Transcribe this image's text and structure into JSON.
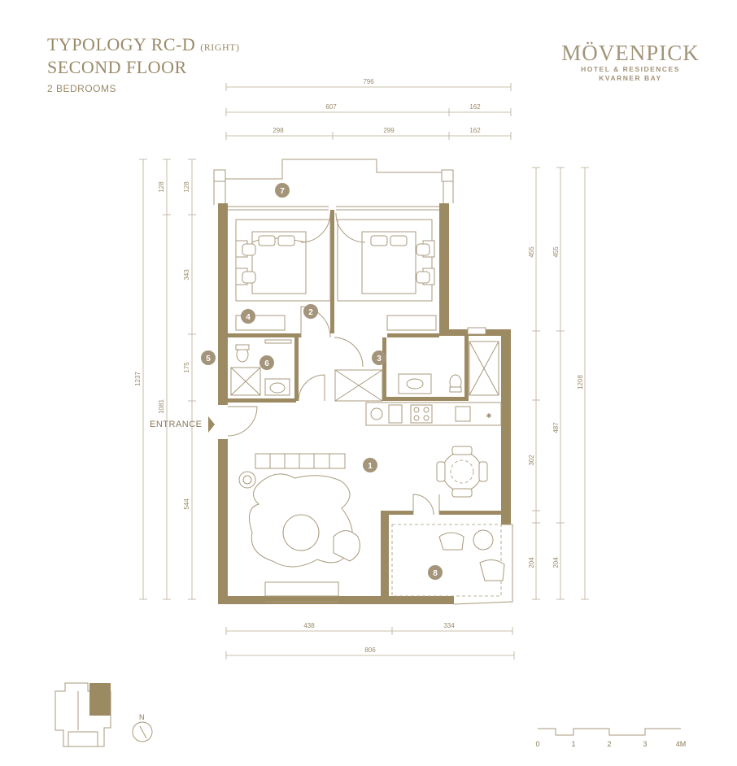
{
  "header": {
    "title_main": "TYPOLOGY RC-D",
    "title_sub": "(RIGHT)",
    "floor": "SECOND FLOOR",
    "bedrooms": "2 BEDROOMS"
  },
  "logo": {
    "brand": "MÖVENPICK",
    "line1": "HOTEL & RESIDENCES",
    "line2": "KVARNER BAY"
  },
  "entrance_label": "ENTRANCE",
  "dimensions": {
    "top_total": "796",
    "top_left": "607",
    "top_right": "162",
    "top_a": "298",
    "top_b": "299",
    "top_c": "162",
    "left_total": "1237",
    "left_inner": "1081",
    "left_a": "128",
    "left_b": "128",
    "left_c": "343",
    "left_d": "175",
    "left_e": "544",
    "right_a": "455",
    "right_b": "455",
    "right_c": "302",
    "right_d": "487",
    "right_e": "204",
    "right_f": "204",
    "right_total": "1208",
    "bottom_a": "438",
    "bottom_b": "334",
    "bottom_total": "806"
  },
  "rooms": [
    "1",
    "2",
    "3",
    "4",
    "5",
    "6",
    "7",
    "8"
  ],
  "compass": {
    "label": "N"
  },
  "scale": {
    "labels": [
      "0",
      "1",
      "2",
      "3",
      "4M"
    ]
  }
}
